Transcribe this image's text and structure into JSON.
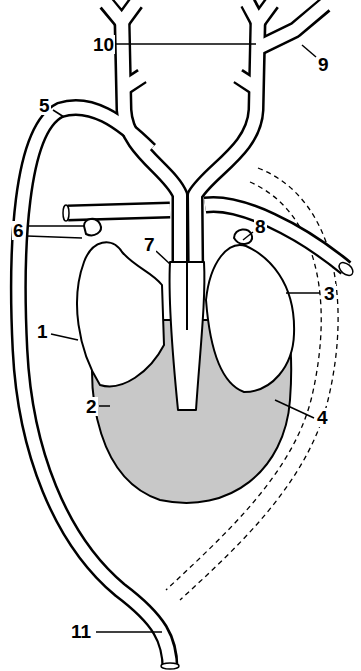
{
  "diagram": {
    "labels": [
      "10",
      "9",
      "5",
      "6",
      "7",
      "8",
      "1",
      "3",
      "2",
      "4",
      "11"
    ]
  }
}
